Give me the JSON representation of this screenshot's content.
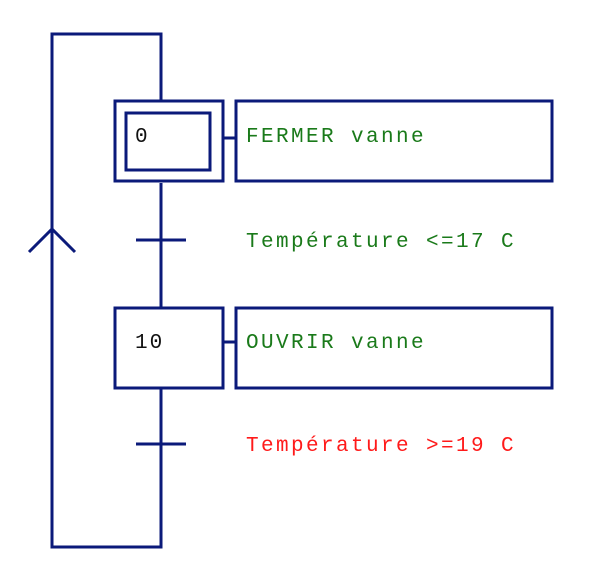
{
  "colors": {
    "line": "#0b1a7a",
    "action_text": "#1a7a1a",
    "transition_true": "#1a7a1a",
    "transition_false": "#ff1a1a",
    "step_number_text": "#111111",
    "background": "#ffffff"
  },
  "steps": [
    {
      "number": "0",
      "initial": true,
      "action": "FERMER vanne"
    },
    {
      "number": "10",
      "initial": false,
      "action": "OUVRIR vanne"
    }
  ],
  "transitions": [
    {
      "condition": "Température <=17 C",
      "state_color": "transition_true"
    },
    {
      "condition": "Température >=19 C",
      "state_color": "transition_false"
    }
  ],
  "loopback": {
    "arrow": "up-arrow"
  }
}
